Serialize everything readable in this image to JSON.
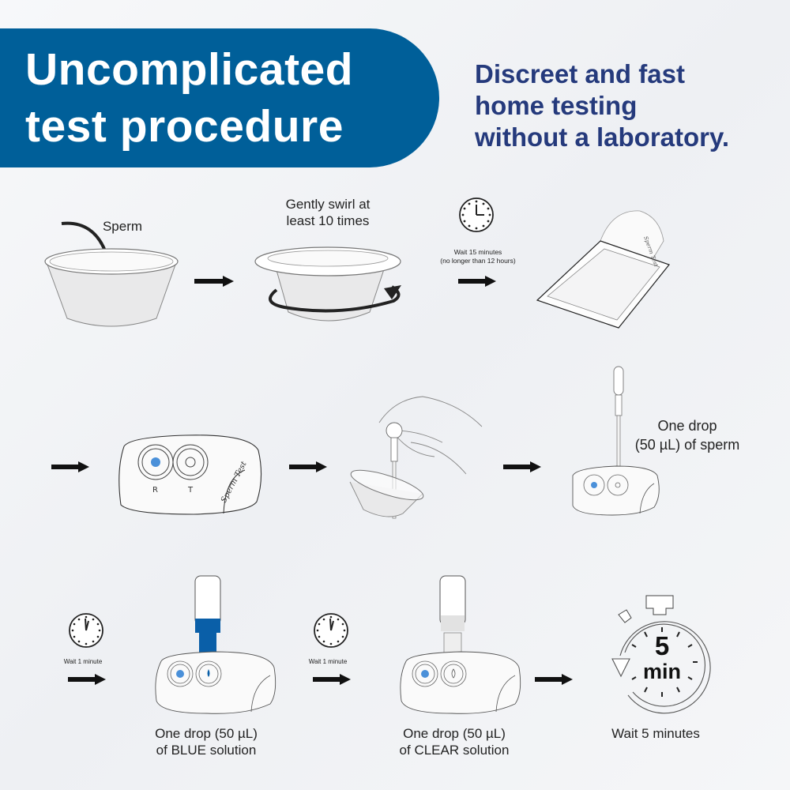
{
  "header": {
    "title_line1": "Uncomplicated",
    "title_line2": "test procedure",
    "tagline_line1": "Discreet and fast",
    "tagline_line2": "home testing",
    "tagline_line3": "without a laboratory.",
    "banner_color": "#005f99",
    "tagline_color": "#253a7c"
  },
  "steps": {
    "step1": {
      "label": "Sperm",
      "icon": "collection-cup-icon"
    },
    "step2": {
      "label_line1": "Gently swirl at",
      "label_line2": "least 10 times",
      "icon": "swirl-cup-icon"
    },
    "wait1": {
      "label_line1": "Wait 15 minutes",
      "label_line2": "(no longer than 12 hours)",
      "icon": "clock-icon"
    },
    "step3": {
      "icon": "pouch-icon"
    },
    "step4": {
      "icon": "test-device-icon",
      "slot_r": "R",
      "slot_t": "T",
      "device_text": "Sperm Test"
    },
    "step5": {
      "icon": "pipette-hand-icon"
    },
    "step6": {
      "label_line1": "One drop",
      "label_line2": "(50 µL) of sperm",
      "icon": "pipette-device-icon"
    },
    "wait2": {
      "label": "Wait 1 minute",
      "icon": "clock-icon"
    },
    "step7": {
      "label_line1": "One drop (50 µL)",
      "label_line2": "of BLUE solution",
      "icon": "blue-dropper-icon"
    },
    "wait3": {
      "label": "Wait 1 minute",
      "icon": "clock-icon"
    },
    "step8": {
      "label_line1": "One drop (50 µL)",
      "label_line2": "of CLEAR solution",
      "icon": "clear-dropper-icon"
    },
    "step9": {
      "timer_number": "5",
      "timer_unit": "min",
      "label": "Wait 5 minutes",
      "icon": "stopwatch-icon"
    }
  },
  "colors": {
    "blue_solution": "#0a5fa8",
    "reference_dot": "#4a90d9"
  }
}
